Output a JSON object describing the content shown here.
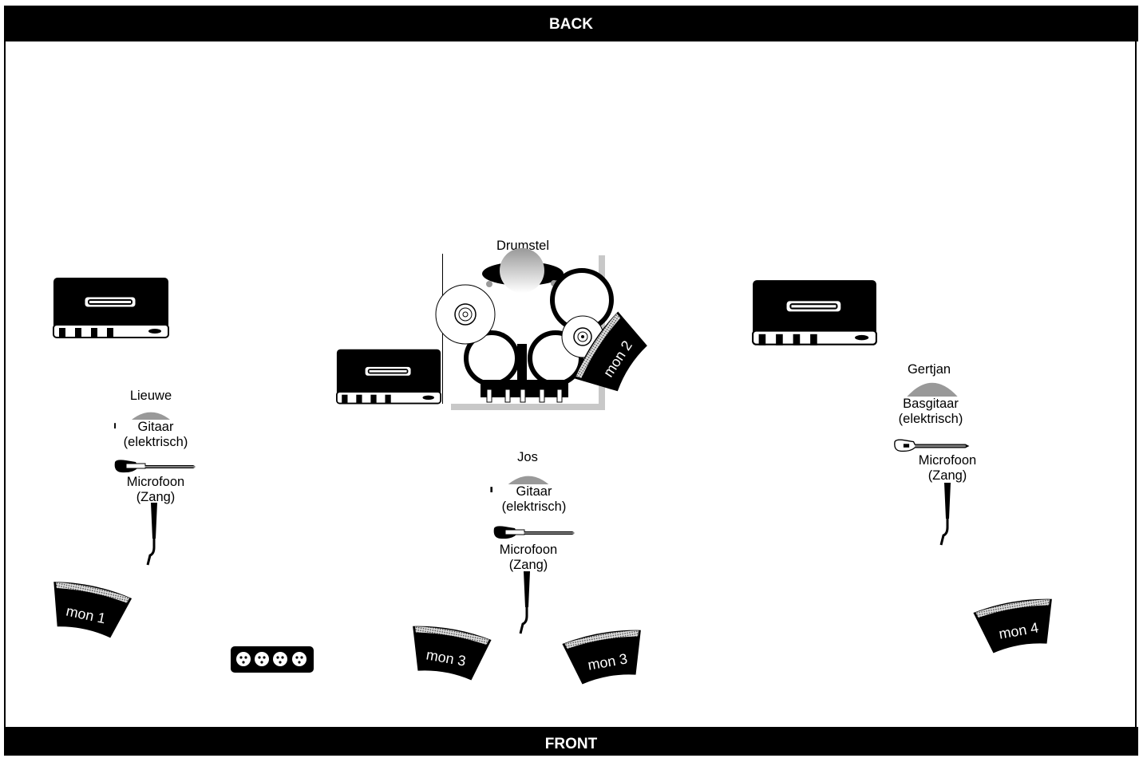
{
  "stage": {
    "back_label": "BACK",
    "front_label": "FRONT"
  },
  "drums": {
    "label": "Drumstel",
    "monitor": "mon 2"
  },
  "players": [
    {
      "name": "Lieuwe",
      "instrument": "Gitaar\n(elektrisch)",
      "mic": "Microfoon\n(Zang)"
    },
    {
      "name": "Jos",
      "instrument": "Gitaar\n(elektrisch)",
      "mic": "Microfoon\n(Zang)"
    },
    {
      "name": "Gertjan",
      "instrument": "Basgitaar\n(elektrisch)",
      "mic": "Microfoon\n(Zang)"
    }
  ],
  "monitors": [
    "mon 1",
    "mon 3",
    "mon 3",
    "mon 4"
  ],
  "colors": {
    "bar": "#000000",
    "head": "#999999",
    "riser": "#c8c8c8"
  }
}
